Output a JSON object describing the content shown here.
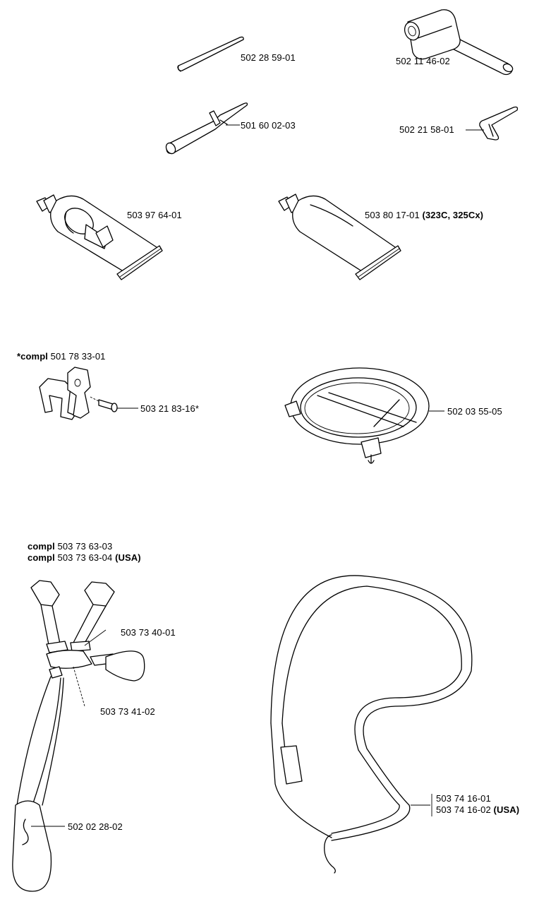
{
  "parts": {
    "p1": {
      "number": "502 28 59-01"
    },
    "p2": {
      "number": "502 11 46-02"
    },
    "p3": {
      "number": "501 60 02-03"
    },
    "p4": {
      "number": "502 21 58-01"
    },
    "p5": {
      "number": "503 97 64-01"
    },
    "p6": {
      "number": "503 80 17-01",
      "note": "(323C, 325Cx)"
    },
    "kit_clamp": {
      "prefix": "*compl",
      "number": "501 78 33-01"
    },
    "p7": {
      "number": "503 21 83-16*"
    },
    "p8": {
      "number": "502 03 55-05"
    },
    "harness": {
      "line1": {
        "prefix": "compl",
        "number": "503 73 63-03"
      },
      "line2": {
        "prefix": "compl",
        "number": "503 73 63-04",
        "note": "(USA)"
      }
    },
    "p9": {
      "number": "503 73 40-01"
    },
    "p10": {
      "number": "503 73 41-02"
    },
    "p11": {
      "number": "502 02 28-02"
    },
    "strap": {
      "line1": {
        "number": "503 74 16-01"
      },
      "line2": {
        "number": "503 74 16-02",
        "note": "(USA)"
      }
    }
  }
}
